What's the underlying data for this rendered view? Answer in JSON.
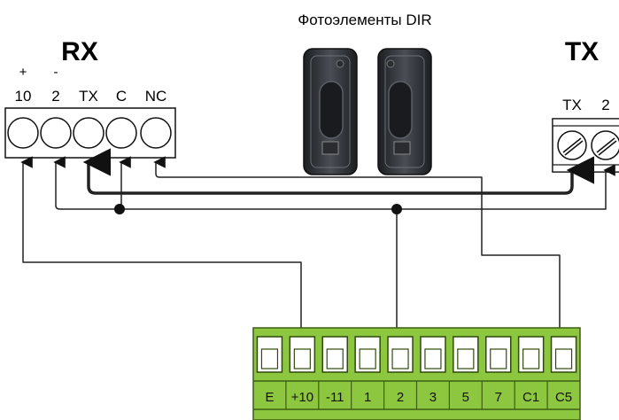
{
  "title": "Фотоэлементы DIR",
  "rx": {
    "label": "RX",
    "polarity": [
      "+",
      "-"
    ],
    "terminals": [
      "10",
      "2",
      "TX",
      "C",
      "NC"
    ]
  },
  "tx": {
    "label": "TX",
    "terminals": [
      "TX",
      "2"
    ]
  },
  "board": {
    "terminals": [
      "E",
      "+10",
      "-11",
      "1",
      "2",
      "3",
      "5",
      "7",
      "C1",
      "C5"
    ]
  },
  "icons": [
    "photocell-receiver-icon",
    "photocell-transmitter-icon",
    "screw-icon",
    "arrow-icon"
  ],
  "colors": {
    "board_green": "#8dc63f",
    "board_dark": "#5e8f1f",
    "wire": "#222222",
    "device_body": "#3a3d42"
  }
}
